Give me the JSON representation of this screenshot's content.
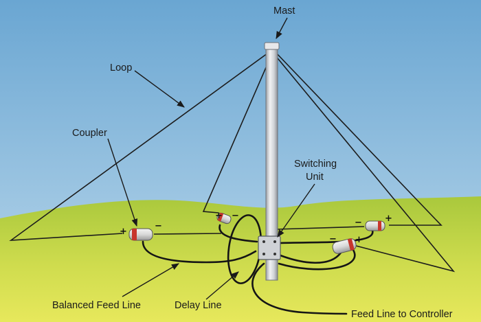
{
  "diagram": {
    "labels": {
      "mast": "Mast",
      "loop": "Loop",
      "coupler": "Coupler",
      "switching_unit_line1": "Switching",
      "switching_unit_line2": "Unit",
      "balanced_feed_line": "Balanced Feed Line",
      "delay_line": "Delay Line",
      "feed_line_to_controller": "Feed Line to Controller"
    },
    "polarity": {
      "plus": "+",
      "minus": "−"
    }
  },
  "colors": {
    "sky_top": "#6aa6d2",
    "sky_bottom": "#bcd9ec",
    "grass_far": "#a9c83c",
    "grass_near": "#e7e85c",
    "mast": "#d6d8dc",
    "coupler_red": "#c7352c"
  }
}
